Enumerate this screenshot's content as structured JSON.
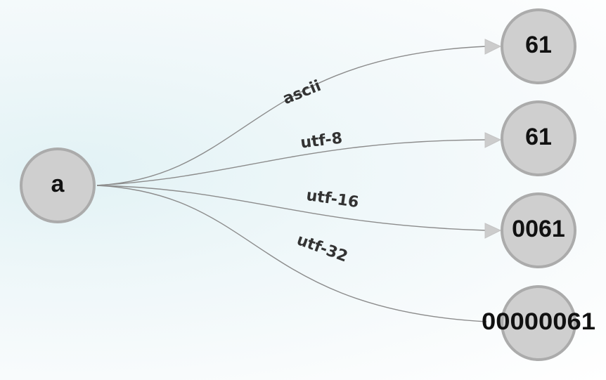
{
  "graph": {
    "source": {
      "id": "a",
      "label": "a"
    },
    "targets": [
      {
        "id": "ascii",
        "label": "61",
        "edge_label": "ascii"
      },
      {
        "id": "utf-8",
        "label": "61",
        "edge_label": "utf-8"
      },
      {
        "id": "utf-16",
        "label": "0061",
        "edge_label": "utf-16"
      },
      {
        "id": "utf-32",
        "label": "00000061",
        "edge_label": "utf-32"
      }
    ]
  },
  "colors": {
    "node_fill": "#cfcfcf",
    "node_stroke": "#ababab",
    "edge": "#8c8c8c",
    "arrow": "#cccccc",
    "node_text": "#111111",
    "edge_text": "#333333"
  }
}
